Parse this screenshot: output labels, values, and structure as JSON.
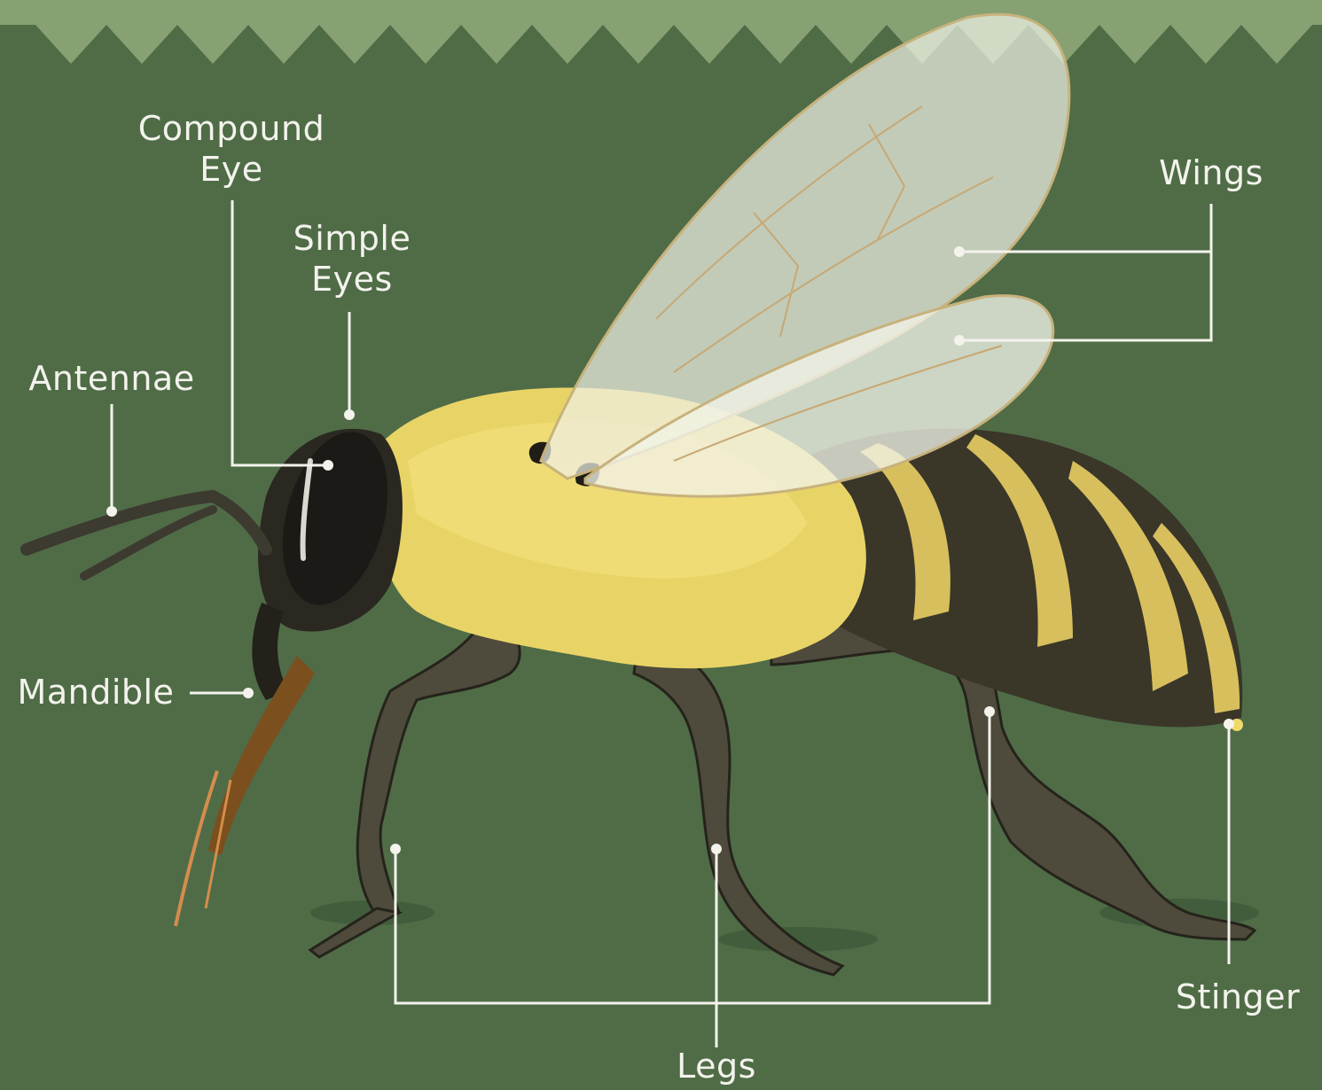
{
  "diagram": {
    "colors": {
      "background": "#4f6c47",
      "banner": "#87a173",
      "leader_line": "#f3f3ec",
      "fur": "#e8d466",
      "body_dark": "#2f2c22",
      "wing": "#eef0e4"
    },
    "labels": {
      "compound_eye": [
        "Compound",
        "Eye"
      ],
      "simple_eyes": [
        "Simple",
        "Eyes"
      ],
      "antennae": "Antennae",
      "mandible": "Mandible",
      "wings": "Wings",
      "legs": "Legs",
      "stinger": "Stinger"
    }
  }
}
